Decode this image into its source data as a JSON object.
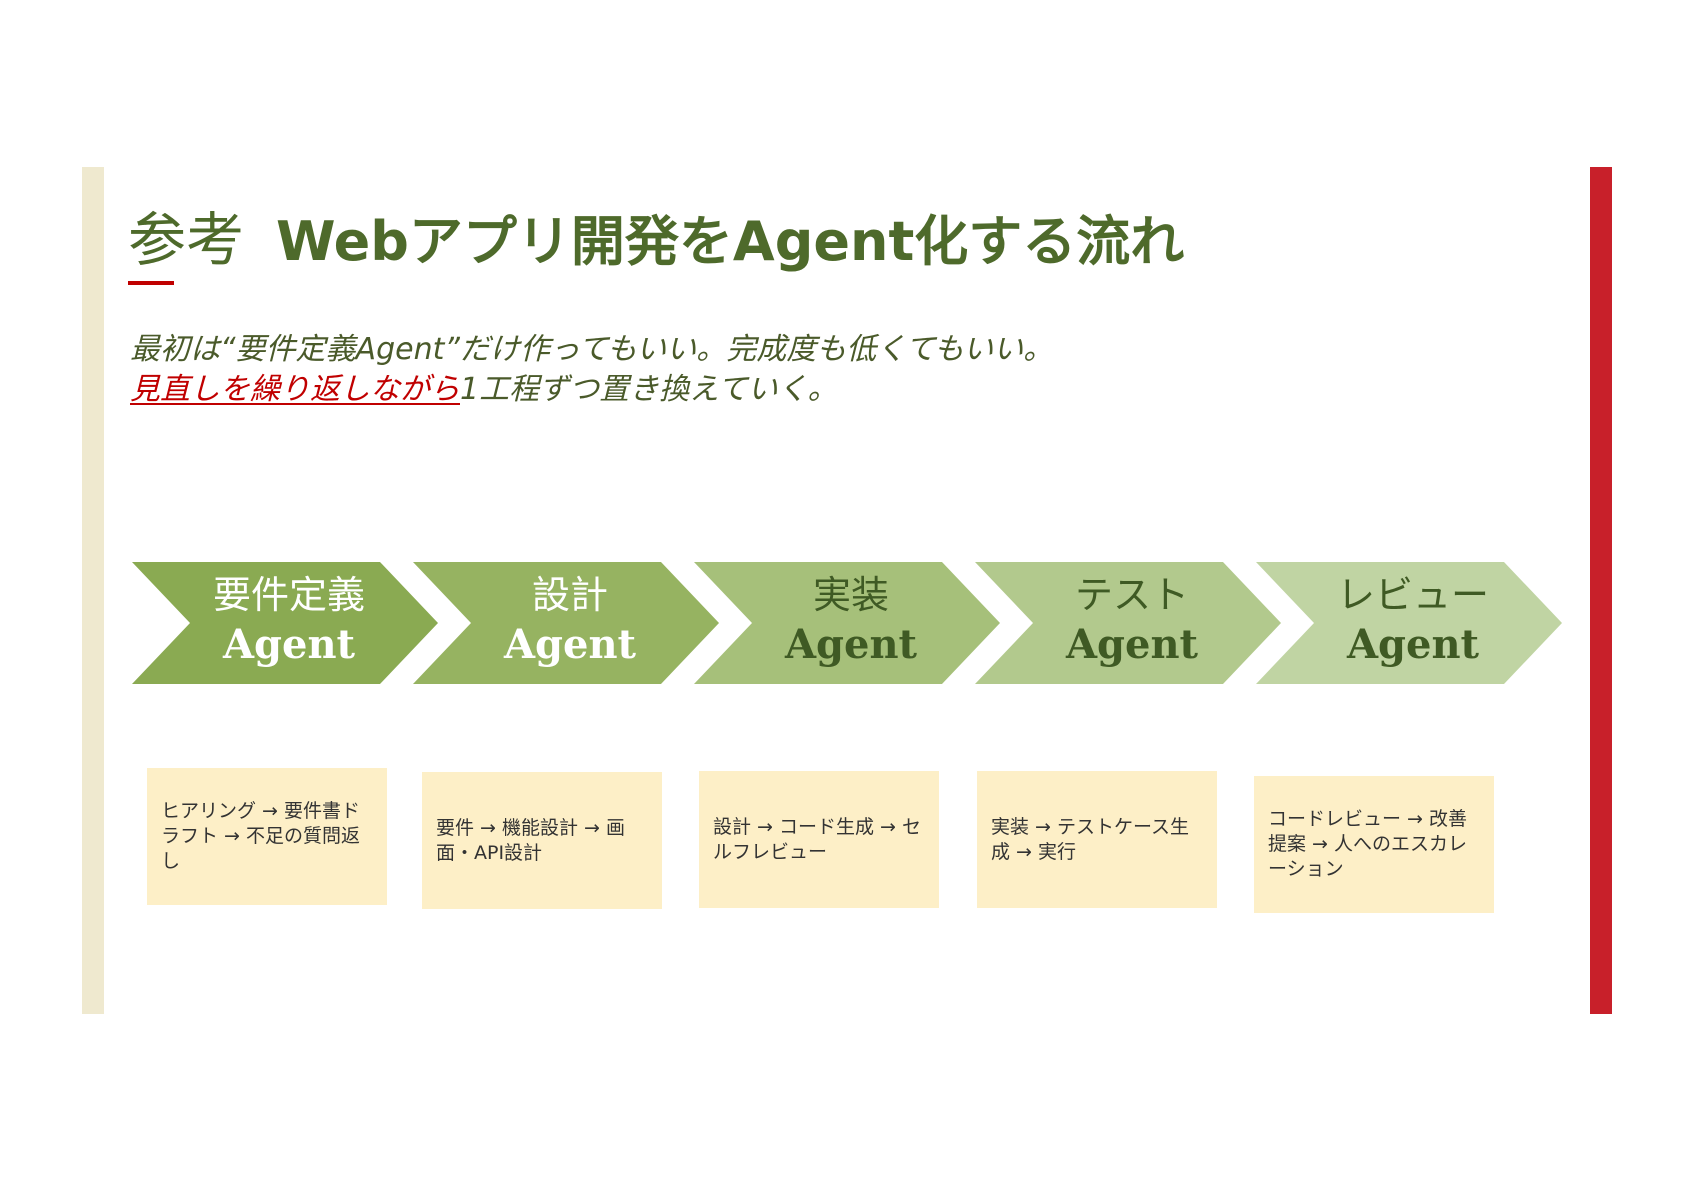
{
  "title": {
    "prefix": "参考",
    "main": "Webアプリ開発をAgent化する流れ"
  },
  "subtitle": {
    "line1": "最初は“要件定義Agent”だけ作ってもいい。完成度も低くてもいい。",
    "line2_emphasis": "見直しを繰り返しながら",
    "line2_rest": "1工程ずつ置き換えていく。"
  },
  "colors": {
    "title": "#4e6a2b",
    "accent_red": "#c00000",
    "right_bar": "#c8202a",
    "left_bar": "#efe9cf",
    "note_bg": "#fdefc7",
    "chevron_1": "#8aaa52",
    "chevron_2": "#96b361",
    "chevron_3": "#a6c07a",
    "chevron_4": "#b2c98d",
    "chevron_5": "#c0d4a3"
  },
  "steps": [
    {
      "jp": "要件定義",
      "en": "Agent",
      "note": "ヒアリング → 要件書ドラフト → 不足の質問返し"
    },
    {
      "jp": "設計",
      "en": "Agent",
      "note": "要件 → 機能設計 → 画面・API設計"
    },
    {
      "jp": "実装",
      "en": "Agent",
      "note": "設計 → コード生成 → セルフレビュー"
    },
    {
      "jp": "テスト",
      "en": "Agent",
      "note": "実装 → テストケース生成 → 実行"
    },
    {
      "jp": "レビュー",
      "en": "Agent",
      "note": "コードレビュー → 改善提案 → 人へのエスカレーション"
    }
  ]
}
